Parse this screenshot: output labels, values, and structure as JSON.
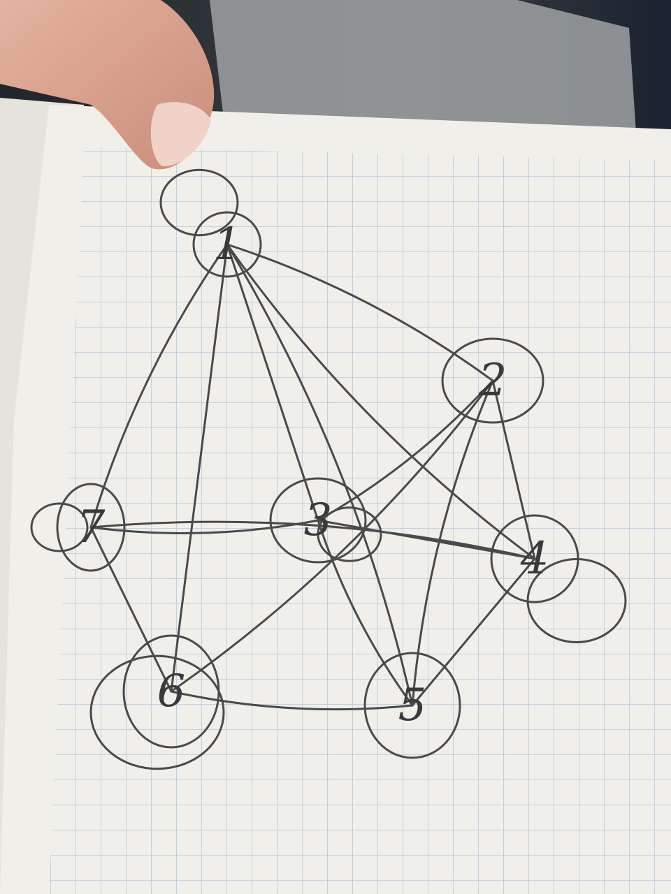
{
  "colors": {
    "paper": "#f1efe9",
    "grid": "#a9c6df",
    "ink": "#4a4a4a",
    "background": "#2b2f33"
  },
  "graph": {
    "nodes": [
      {
        "id": "1",
        "label": "1",
        "self_loop": true
      },
      {
        "id": "2",
        "label": "2",
        "self_loop": false
      },
      {
        "id": "3",
        "label": "3",
        "self_loop": true
      },
      {
        "id": "4",
        "label": "4",
        "self_loop": true
      },
      {
        "id": "5",
        "label": "5",
        "self_loop": false
      },
      {
        "id": "6",
        "label": "6",
        "self_loop": true
      },
      {
        "id": "7",
        "label": "7",
        "self_loop": true
      }
    ],
    "edges": [
      [
        "1",
        "2"
      ],
      [
        "1",
        "3"
      ],
      [
        "1",
        "4"
      ],
      [
        "1",
        "5"
      ],
      [
        "1",
        "6"
      ],
      [
        "1",
        "7"
      ],
      [
        "2",
        "3"
      ],
      [
        "2",
        "4"
      ],
      [
        "2",
        "5"
      ],
      [
        "2",
        "6"
      ],
      [
        "3",
        "4"
      ],
      [
        "3",
        "5"
      ],
      [
        "3",
        "7"
      ],
      [
        "4",
        "5"
      ],
      [
        "4",
        "7"
      ],
      [
        "5",
        "6"
      ],
      [
        "6",
        "7"
      ]
    ]
  }
}
